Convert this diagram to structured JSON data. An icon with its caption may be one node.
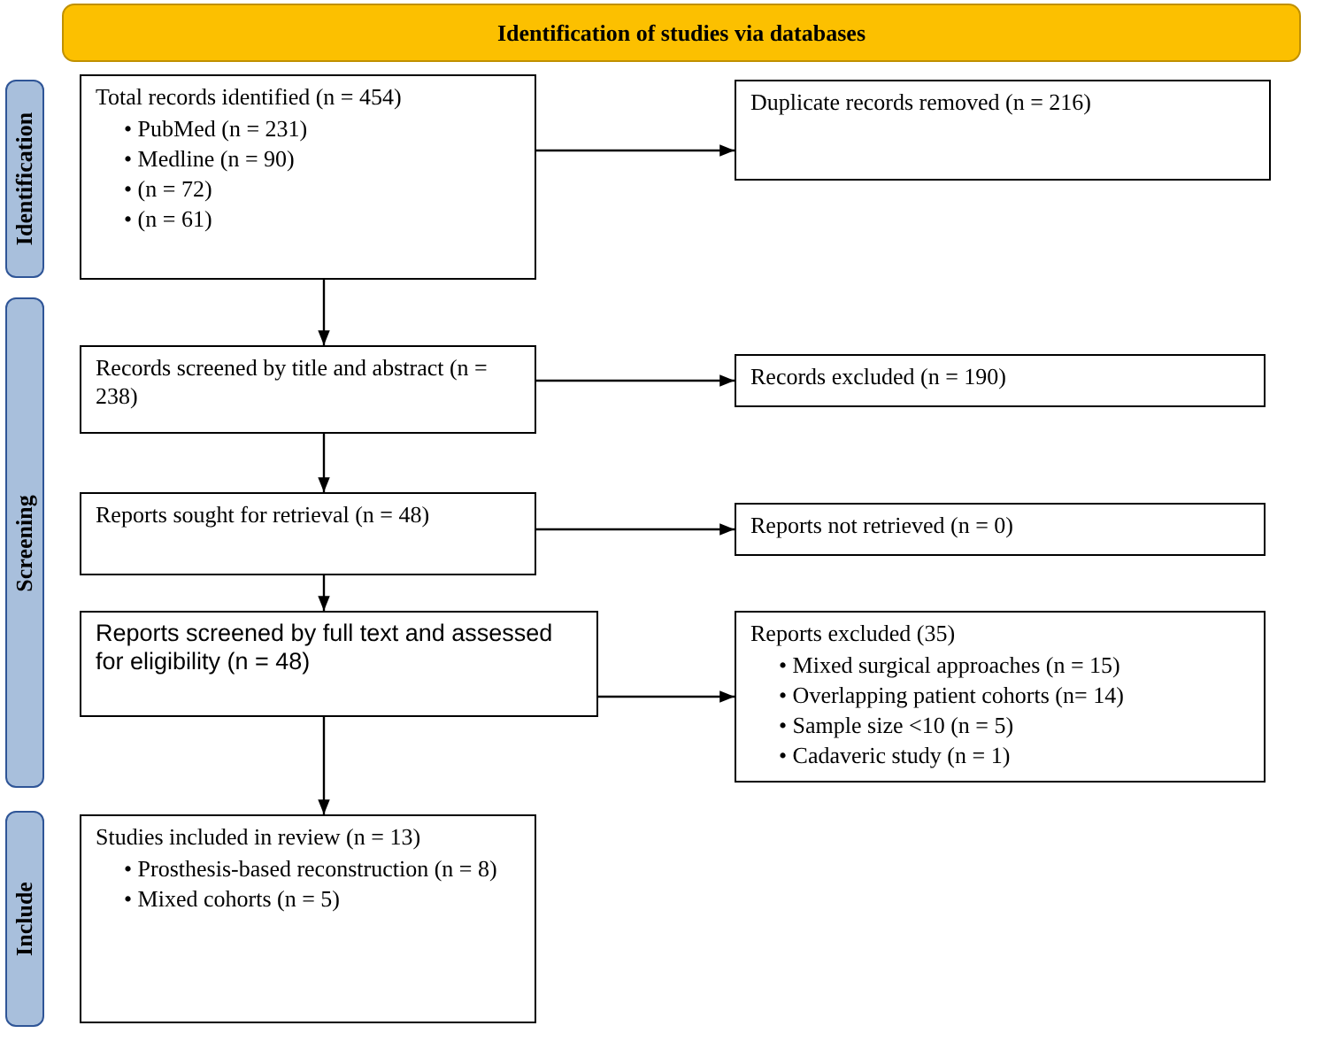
{
  "diagram": {
    "nodes": [
      {
        "text": [
          "Identification of studies via databases"
        ]
      },
      {
        "text": [
          "Identification"
        ]
      },
      {
        "text": [
          "Screening"
        ]
      },
      {
        "text": [
          "Include"
        ]
      },
      {
        "text": [
          "Total records identified (n = 454)",
          "• PubMed (n = 231)",
          "• Medline (n = 90)",
          "• (n = 72)",
          "• (n = 61)"
        ]
      },
      {
        "text": [
          "Duplicate records removed (n = 216)"
        ]
      },
      {
        "text": [
          "Records screened by title and abstract (n = 238)"
        ]
      },
      {
        "text": [
          "Records excluded (n = 190)"
        ]
      },
      {
        "text": [
          "Reports sought for retrieval (n = 48)"
        ]
      },
      {
        "text": [
          "Reports not retrieved (n = 0)"
        ]
      },
      {
        "text": [
          "Reports screened by full text and assessed for eligibility (n = 48)"
        ]
      },
      {
        "text": [
          "Reports excluded (35)",
          "• Mixed surgical approaches (n = 15)",
          "• Overlapping patient cohorts (n= 14)",
          "• Sample size <10 (n = 5)",
          "• Cadaveric study (n = 1)"
        ]
      },
      {
        "text": [
          "Studies included in review (n = 13)",
          "• Prosthesis-based reconstruction (n = 8)",
          "• Mixed cohorts (n = 5)"
        ]
      }
    ],
    "edges": [
      {
        "from": 4,
        "to": 5,
        "arrow": "to"
      },
      {
        "from": 4,
        "to": 6,
        "arrow": "to"
      },
      {
        "from": 6,
        "to": 7,
        "arrow": "to"
      },
      {
        "from": 6,
        "to": 8,
        "arrow": "to"
      },
      {
        "from": 8,
        "to": 9,
        "arrow": "to"
      },
      {
        "from": 8,
        "to": 10,
        "arrow": "to"
      },
      {
        "from": 10,
        "to": 11,
        "arrow": "to"
      },
      {
        "from": 10,
        "to": 12,
        "arrow": "to"
      }
    ]
  }
}
